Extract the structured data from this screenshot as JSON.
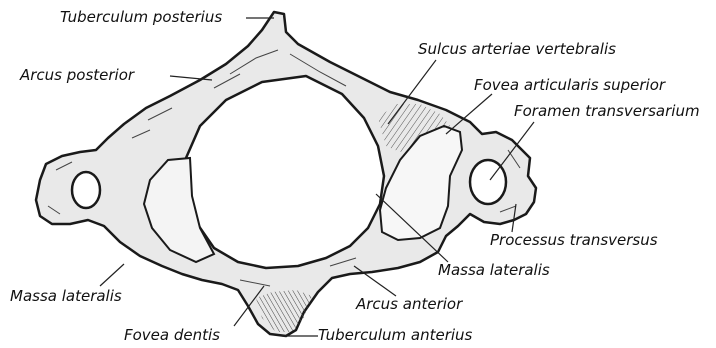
{
  "labels": {
    "tuberculum_posterius": "Tuberculum posterius",
    "arcus_posterior": "Arcus posterior",
    "sulcus_arteriae_vertebralis": "Sulcus arteriae vertebralis",
    "fovea_articularis_superior": "Fovea articularis superior",
    "foramen_transversarium": "Foramen transversarium",
    "processus_transversus": "Processus transversus",
    "massa_lateralis_right": "Massa lateralis",
    "massa_lateralis_left": "Massa lateralis",
    "arcus_anterior": "Arcus anterior",
    "fovea_dentis": "Fovea dentis",
    "tuberculum_anterius": "Tuberculum anterius"
  },
  "colors": {
    "bone_fill": "#e9e9e9",
    "bone_outline": "#1a1a1a",
    "hatching": "#3a3a3a",
    "leader": "#222222",
    "text": "#111111"
  }
}
